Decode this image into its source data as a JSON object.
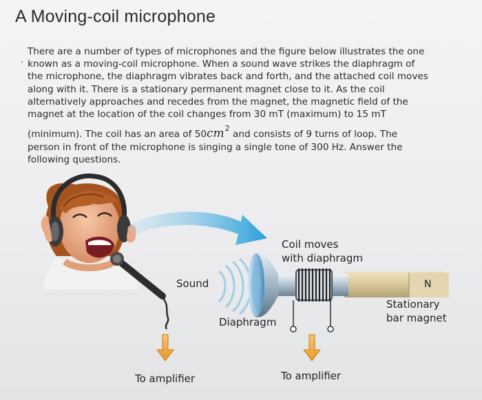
{
  "title": "A Moving-coil microphone",
  "paragraph": {
    "line1": "There are a number of types of microphones and the figure below illustrates the one",
    "line2": "known as a moving-coil microphone. When a sound wave strikes the diaphragm of",
    "line3": "the microphone, the diaphragm vibrates back and forth, and the attached coil moves",
    "line4": "along with it. There is a stationary permanent magnet close to it. As the coil",
    "line5": "alternatively approaches and recedes from the magnet, the magnetic field of the",
    "line6": "magnet at the location of the coil changes from 30 mT (maximum) to 15 mT",
    "line7_before": "(minimum). The coil has an area of 50",
    "line7_unit": "cm",
    "line7_exp": "2",
    "line7_after": " and consists of 9 turns of loop. The",
    "line8": "person in front of the microphone is singing a single tone of 300 Hz. Answer the",
    "line9": "following questions."
  },
  "figure": {
    "coil_label_1": "Coil moves",
    "coil_label_2": "with diaphragm",
    "sound_label": "Sound",
    "diaphragm_label": "Diaphragm",
    "magnet_pole": "N",
    "magnet_label_1": "Stationary",
    "magnet_label_2": "bar magnet",
    "amplifier_left": "To amplifier",
    "amplifier_right": "To amplifier"
  },
  "colors": {
    "arrow_blue": "#2a9fd8",
    "magnet": "#d8c89c",
    "amplifier_arrow": "#f0a43c"
  }
}
